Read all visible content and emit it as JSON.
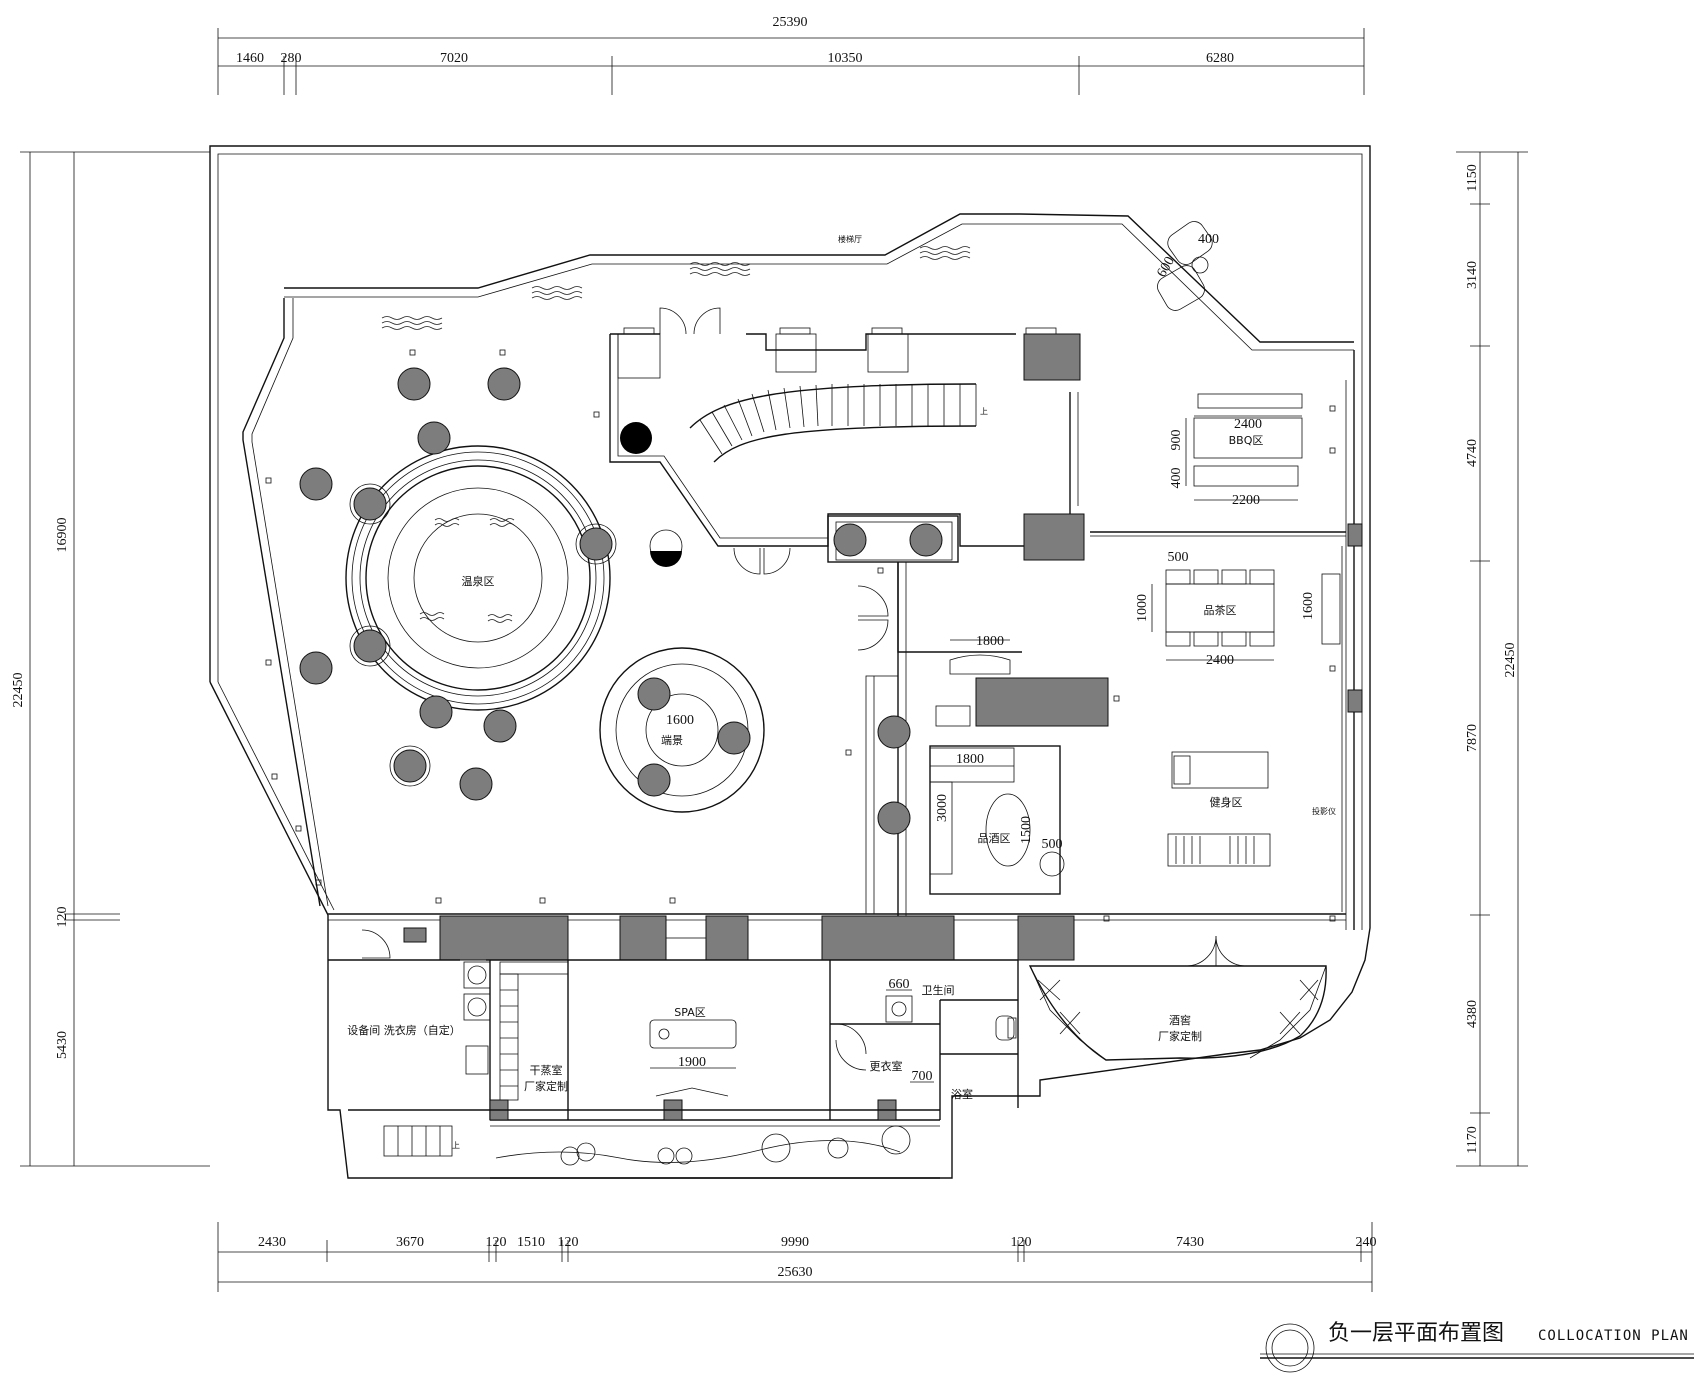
{
  "drawing": {
    "title_cn": "负一层平面布置图",
    "title_en": "COLLOCATION PLAN"
  },
  "dimensions": {
    "top_total": "25390",
    "top": [
      "1460",
      "280",
      "7020",
      "10350",
      "6280"
    ],
    "bottom": [
      "2430",
      "3670",
      "120",
      "1510",
      "120",
      "9990",
      "120",
      "7430",
      "240"
    ],
    "bottom_total": "25630",
    "left_total": "22450",
    "left": [
      "16900",
      "120",
      "5430"
    ],
    "right_total": "22450",
    "right": [
      "1150",
      "3140",
      "4740",
      "7870",
      "4380",
      "1170"
    ]
  },
  "rooms": {
    "stair_hall": "楼梯厅",
    "hot_spring": "温泉区",
    "landscape": "端景",
    "bbq": "BBQ区",
    "tea": "品茶区",
    "wine_tasting": "品酒区",
    "fitness": "健身区",
    "spa": "SPA区",
    "sauna": "干蒸室",
    "sauna_note": "厂家定制",
    "equipment": "设备间 洗衣房（自定）",
    "changing": "更衣室",
    "toilet": "卫生间",
    "bath": "浴室",
    "cellar": "酒窖",
    "cellar_note": "厂家定制",
    "up": "上",
    "projector": "投影仪"
  },
  "inner_dims": {
    "bbq_w1": "2400",
    "bbq_h1": "900",
    "bbq_h2": "400",
    "bbq_w2": "2200",
    "tea_w": "500",
    "tea_h": "1000",
    "tea_w2": "2400",
    "tea_side": "1600",
    "bar_w": "1800",
    "wine_w": "1800",
    "wine_h": "3000",
    "wine_t": "1500",
    "wine_s": "500",
    "landscape_d": "1600",
    "spa_bed": "1900",
    "wc_w": "660",
    "bath_w": "700",
    "lounge_a": "400",
    "lounge_b": "600"
  }
}
